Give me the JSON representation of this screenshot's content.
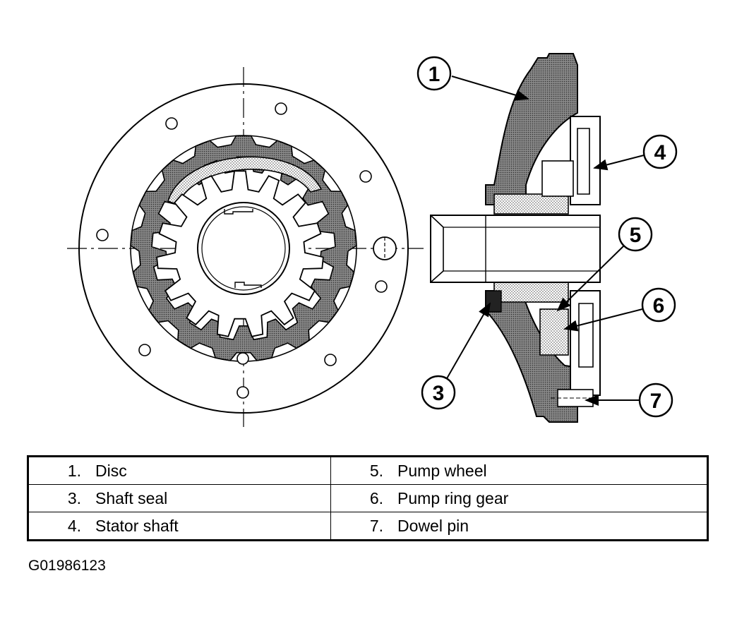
{
  "callouts": [
    {
      "label": "1"
    },
    {
      "label": "3"
    },
    {
      "label": "4"
    },
    {
      "label": "5"
    },
    {
      "label": "6"
    },
    {
      "label": "7"
    }
  ],
  "legend": {
    "rows": [
      {
        "left_num": "1.",
        "left_text": "Disc",
        "right_num": "5.",
        "right_text": "Pump wheel"
      },
      {
        "left_num": "3.",
        "left_text": "Shaft seal",
        "right_num": "6.",
        "right_text": "Pump ring gear"
      },
      {
        "left_num": "4.",
        "left_text": "Stator shaft",
        "right_num": "7.",
        "right_text": "Dowel pin"
      }
    ]
  },
  "figure_code": "G01986123"
}
